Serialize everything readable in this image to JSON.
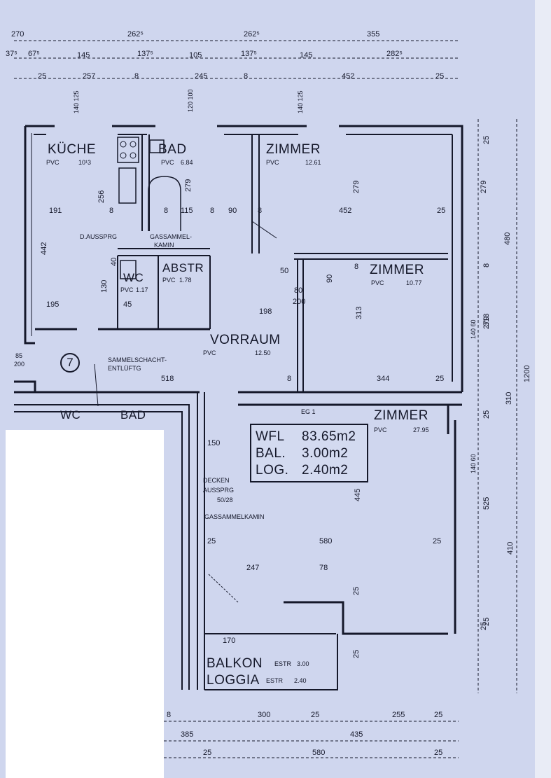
{
  "plan": {
    "dim_top_row1": [
      "270",
      "262⁵",
      "262⁵",
      "355"
    ],
    "dim_top_row2": [
      "37⁵",
      "67⁵",
      "145",
      "137⁵",
      "105",
      "137⁵",
      "145",
      "282⁵"
    ],
    "dim_top_row3": [
      "25",
      "257",
      "8",
      "245",
      "8",
      "452",
      "25"
    ],
    "window_top": [
      "140 125",
      "120 100",
      "140 125"
    ],
    "rooms": {
      "kueche": {
        "name": "KÜCHE",
        "floor": "PVC",
        "area": "10¹3"
      },
      "bad": {
        "name": "BAD",
        "floor": "PVC",
        "area": "6.84"
      },
      "zimmer1": {
        "name": "ZIMMER",
        "floor": "PVC",
        "area": "12.61"
      },
      "zimmer2": {
        "name": "ZIMMER",
        "floor": "PVC",
        "area": "10.77"
      },
      "zimmer3": {
        "name": "ZIMMER",
        "floor": "PVC",
        "area": "27.95"
      },
      "wc": {
        "name": "WC",
        "floor": "PVC",
        "area": "1.17"
      },
      "abstr": {
        "name": "ABSTR",
        "floor": "PVC",
        "area": "1.78"
      },
      "vorraum": {
        "name": "VORRAUM",
        "floor": "PVC",
        "area": "12.50"
      },
      "balkon": {
        "name": "BALKON",
        "floor": "ESTR",
        "area": "3.00"
      },
      "loggia": {
        "name": "LOGGIA",
        "floor": "ESTR",
        "area": "2.40"
      },
      "wc_lower": {
        "name": "WC",
        "floor": "",
        "area": ""
      },
      "bad_lower": {
        "name": "BAD",
        "floor": "",
        "area": ""
      }
    },
    "annotations": {
      "aussprg": "D.AUSSPRG",
      "gassammel1": "GASSAMMEL-",
      "kamin": "KAMIN",
      "sammelschacht": "SAMMELSCHACHT-",
      "entlueftg": "ENTLÜFTG",
      "decken": "DECKEN",
      "ausprg": "AUSSPRG",
      "deckmass": "50/28",
      "gassammelkamin": "GASSAMMELKAMIN",
      "eg": "EG 1",
      "unit_no": "7"
    },
    "area_summary": [
      {
        "label": "WFL",
        "value": "83.65m2"
      },
      {
        "label": "BAL.",
        "value": "3.00m2"
      },
      {
        "label": "LOG.",
        "value": "2.40m2"
      }
    ],
    "dims_inner": {
      "d191": "191",
      "d8a": "8",
      "d8b": "8",
      "d115": "115",
      "d8c": "8",
      "d90a": "90",
      "d8d": "8",
      "d452": "452",
      "d25a": "25",
      "d256": "256",
      "d279a": "279",
      "d279b": "279",
      "d279c": "279",
      "d442": "442",
      "d195": "195",
      "d45": "45",
      "d130": "130",
      "d40": "40",
      "d50": "50",
      "d80a": "80",
      "d200a": "200",
      "d198": "198",
      "d313a": "313",
      "d90b": "90",
      "d8e": "8",
      "d518": "518",
      "d8f": "8",
      "d344": "344",
      "d25b": "25",
      "d85": "85",
      "d200b": "200",
      "d150": "150",
      "d445": "445",
      "d25c": "25",
      "d580a": "580",
      "d25d": "25",
      "d247": "247",
      "d78": "78",
      "d170": "170",
      "d25e": "25",
      "d25f": "25",
      "d25g": "25"
    },
    "dims_right": [
      "25",
      "279",
      "480",
      "8",
      "140 60",
      "313",
      "1200",
      "310",
      "25",
      "140 60",
      "525",
      "410",
      "25"
    ],
    "dims_bottom_row1": [
      "8",
      "300",
      "25",
      "255",
      "25"
    ],
    "dims_bottom_row2": [
      "385",
      "435"
    ],
    "dims_bottom_row3": [
      "25",
      "580",
      "25"
    ]
  }
}
